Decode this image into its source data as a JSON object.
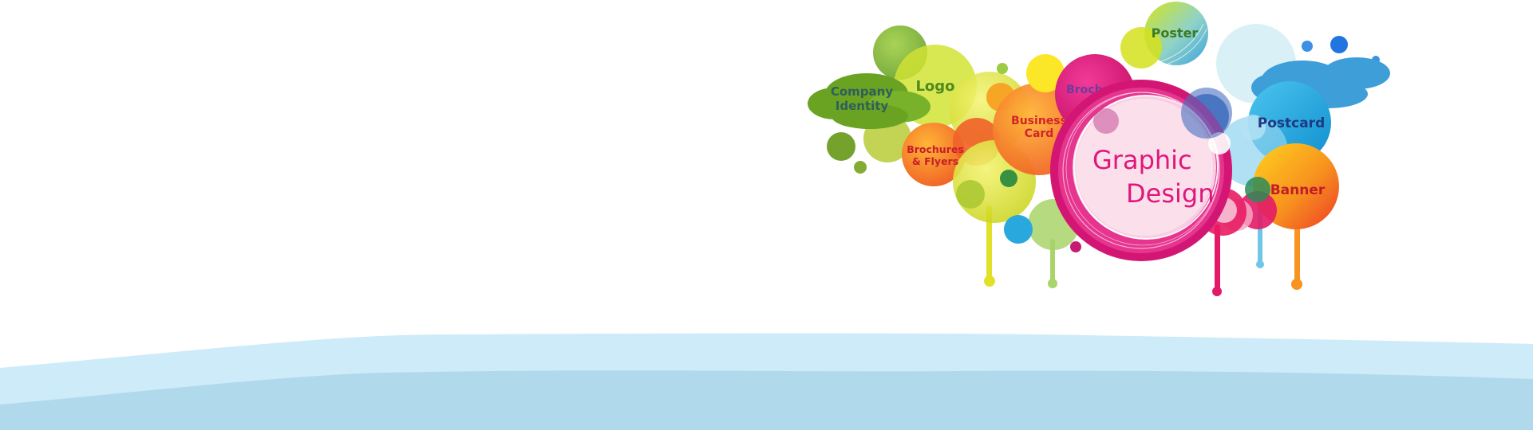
{
  "labels": {
    "poster": "Poster",
    "company_identity_line1": "Company",
    "company_identity_line2": "Identity",
    "logo": "Logo",
    "brochure": "Brochure",
    "business_card_line1": "Business",
    "business_card_line2": "Card",
    "brochures_flyers_line1": "Brochures",
    "brochures_flyers_line2": "& Flyers",
    "graphic": "Graphic",
    "design": "Design",
    "postcard": "Postcard",
    "banner": "Banner"
  },
  "colors": {
    "wave_light": "#cdebf8",
    "wave_dark": "#b1d9ec",
    "accent_magenta": "#e0177b",
    "accent_green": "#7fb82e",
    "accent_orange": "#f58220",
    "accent_blue": "#1e9bd7",
    "accent_yellow": "#e6e02a"
  }
}
